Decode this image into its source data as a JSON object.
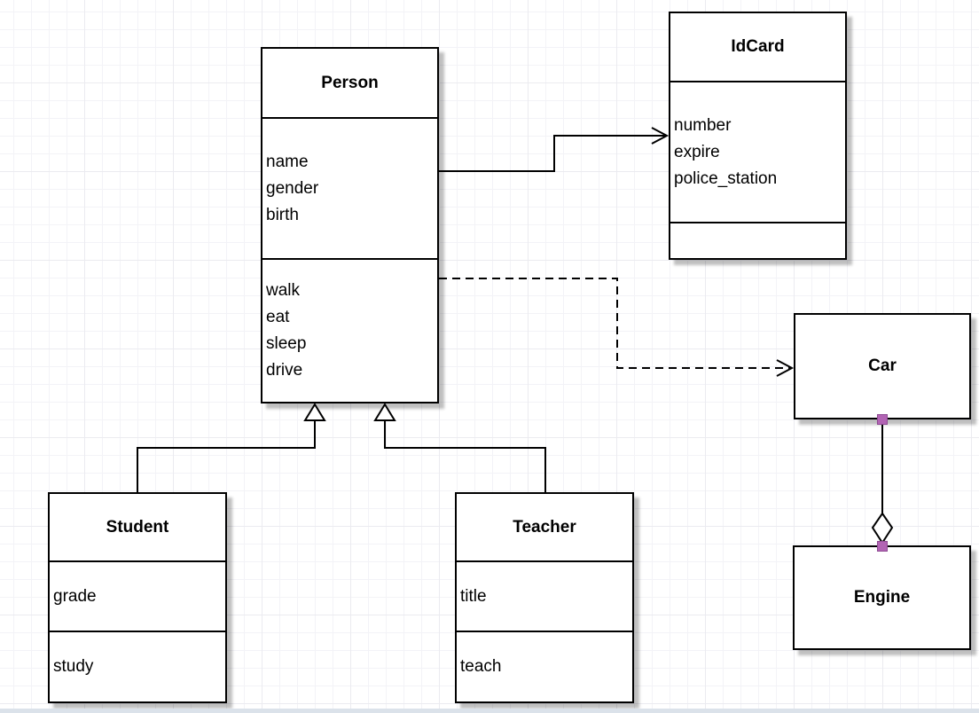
{
  "diagram": {
    "classes": {
      "person": {
        "title": "Person",
        "attributes": [
          "name",
          "gender",
          "birth"
        ],
        "methods": [
          "walk",
          "eat",
          "sleep",
          "drive"
        ]
      },
      "idcard": {
        "title": "IdCard",
        "attributes": [
          "number",
          "expire",
          "police_station"
        ],
        "methods": []
      },
      "car": {
        "title": "Car"
      },
      "engine": {
        "title": "Engine"
      },
      "student": {
        "title": "Student",
        "attributes": [
          "grade"
        ],
        "methods": [
          "study"
        ]
      },
      "teacher": {
        "title": "Teacher",
        "attributes": [
          "title"
        ],
        "methods": [
          "teach"
        ]
      }
    },
    "relationships": [
      {
        "from": "Person",
        "to": "IdCard",
        "type": "association",
        "line": "solid",
        "arrow": "open"
      },
      {
        "from": "Person",
        "to": "Car",
        "type": "dependency",
        "line": "dashed",
        "arrow": "open"
      },
      {
        "from": "Student",
        "to": "Person",
        "type": "generalization",
        "line": "solid",
        "arrow": "hollow-triangle"
      },
      {
        "from": "Teacher",
        "to": "Person",
        "type": "generalization",
        "line": "solid",
        "arrow": "hollow-triangle"
      },
      {
        "from": "Car",
        "to": "Engine",
        "type": "aggregation",
        "line": "solid",
        "arrow": "hollow-diamond"
      }
    ],
    "colors": {
      "box_border": "#000000",
      "box_fill": "#ffffff",
      "shadow": "#c2c2c2",
      "connection_handle": "#b264b4",
      "grid_line": "#f3f3f7",
      "bottom_edge_band": "#dbe2ea"
    }
  }
}
